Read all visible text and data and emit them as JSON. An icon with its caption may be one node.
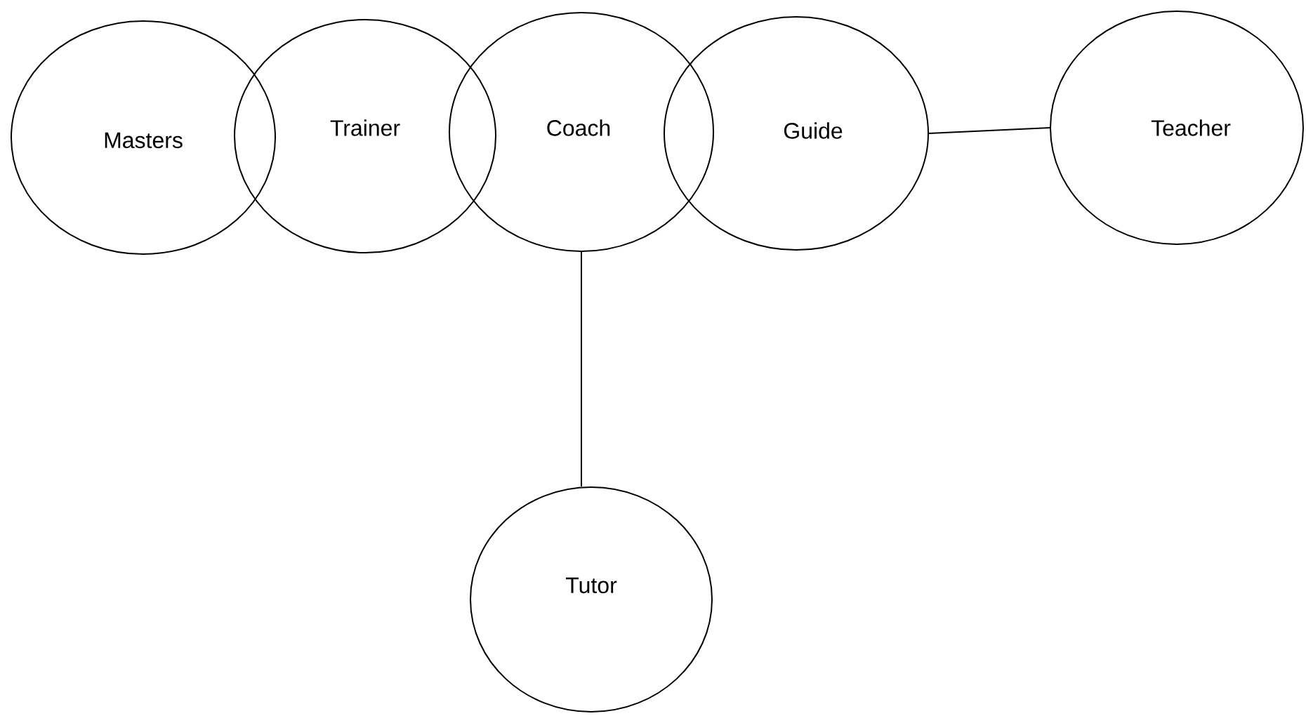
{
  "diagram": {
    "nodes": [
      {
        "text": [
          "Masters"
        ]
      },
      {
        "text": [
          "Trainer"
        ]
      },
      {
        "text": [
          "Coach"
        ]
      },
      {
        "text": [
          "Guide"
        ]
      },
      {
        "text": [
          "Teacher"
        ]
      },
      {
        "text": [
          "Tutor"
        ]
      }
    ],
    "edges": [
      {
        "from": 3,
        "to": 4,
        "arrow": "none"
      },
      {
        "from": 2,
        "to": 5,
        "arrow": "none"
      }
    ]
  }
}
